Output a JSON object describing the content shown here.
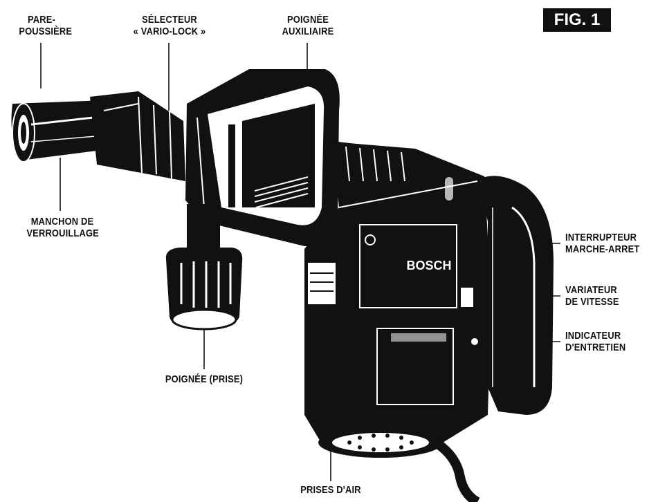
{
  "figure_label": "FIG. 1",
  "brand": "BOSCH",
  "labels": {
    "dust_shield": [
      "PARE-",
      "POUSSIÈRE"
    ],
    "vario_lock": [
      "SÉLECTEUR",
      "« VARIO-LOCK »"
    ],
    "aux_handle": [
      "POIGNÉE",
      "AUXILIAIRE"
    ],
    "locking_sleeve": [
      "MANCHON DE",
      "VERROUILLAGE"
    ],
    "on_off_switch": [
      "INTERRUPTEUR",
      "MARCHE-ARRET"
    ],
    "speed_control": [
      "VARIATEUR",
      "DE VITESSE"
    ],
    "service_indicator": [
      "INDICATEUR",
      "D'ENTRETIEN"
    ],
    "grip_handle": [
      "POIGNÉE (PRISE)"
    ],
    "air_vents": [
      "PRISES D'AIR"
    ]
  }
}
